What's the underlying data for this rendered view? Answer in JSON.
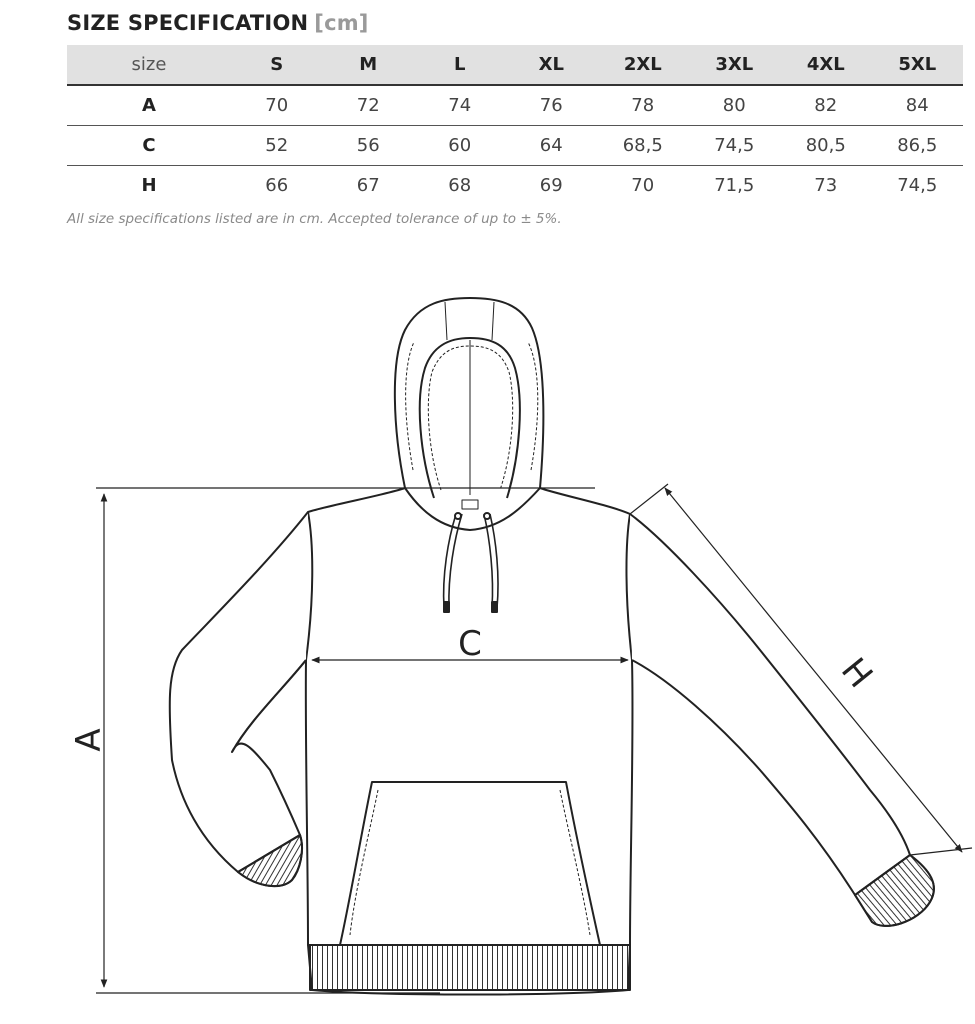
{
  "title": {
    "main": "SIZE SPECIFICATION",
    "unit": "[cm]"
  },
  "table": {
    "header_label": "size",
    "sizes": [
      "S",
      "M",
      "L",
      "XL",
      "2XL",
      "3XL",
      "4XL",
      "5XL"
    ],
    "rows": [
      {
        "label": "A",
        "values": [
          "70",
          "72",
          "74",
          "76",
          "78",
          "80",
          "82",
          "84"
        ]
      },
      {
        "label": "C",
        "values": [
          "52",
          "56",
          "60",
          "64",
          "68,5",
          "74,5",
          "80,5",
          "86,5"
        ]
      },
      {
        "label": "H",
        "values": [
          "66",
          "67",
          "68",
          "69",
          "70",
          "71,5",
          "73",
          "74,5"
        ]
      }
    ]
  },
  "note": "All size specifications listed are in cm. Accepted tolerance of up to ± 5%.",
  "diagram": {
    "label_a": "A",
    "label_c": "C",
    "label_h": "H"
  }
}
